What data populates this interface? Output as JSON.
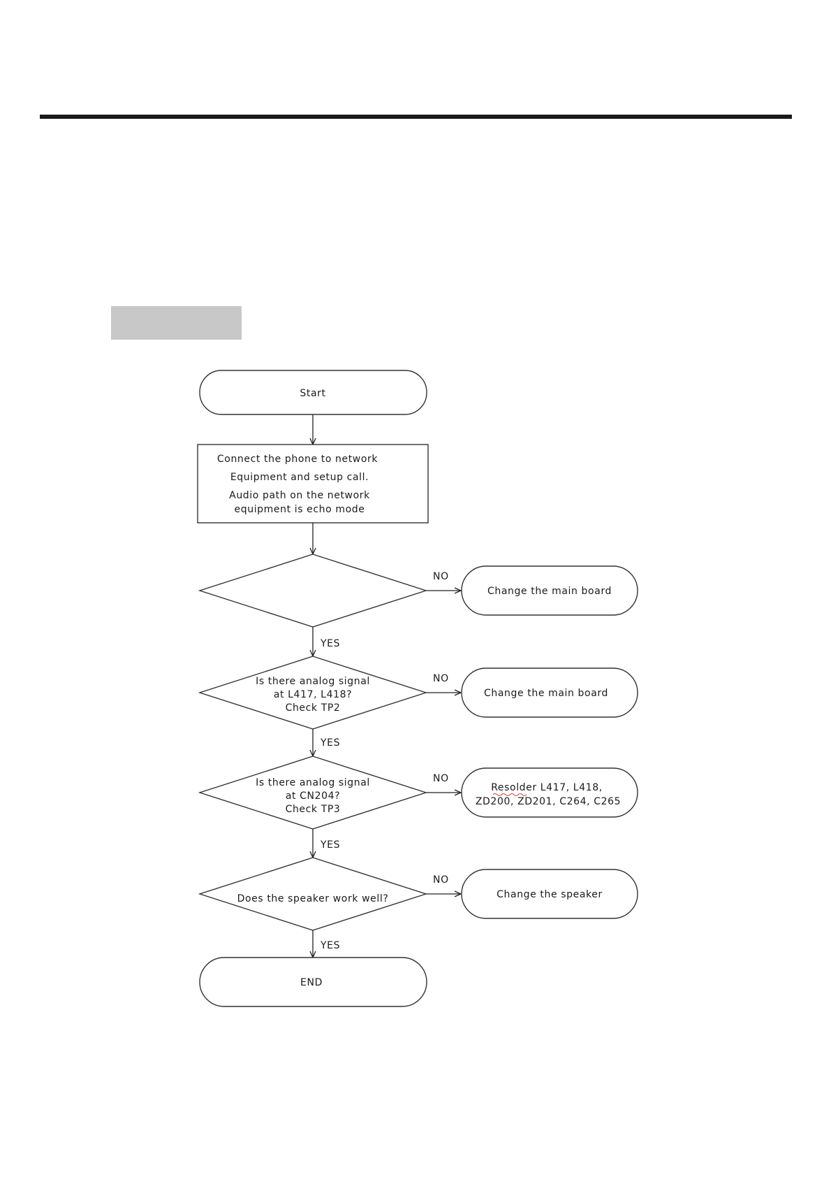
{
  "flowchart": {
    "start": "Start",
    "setup": {
      "line1": "Connect the phone to network",
      "line2": "Equipment and setup call.",
      "line3": "Audio path on the network",
      "line4": "equipment is echo mode"
    },
    "decision1": {
      "no_label": "NO",
      "yes_label": "YES",
      "no_action": "Change the main board"
    },
    "decision2": {
      "line1": "Is there analog signal",
      "line2": "at L417, L418?",
      "line3": "Check TP2",
      "no_label": "NO",
      "yes_label": "YES",
      "no_action": "Change the main board"
    },
    "decision3": {
      "line1": "Is there analog signal",
      "line2": "at CN204?",
      "line3": "Check TP3",
      "no_label": "NO",
      "yes_label": "YES",
      "no_action_line1": "Resolder L417, L418,",
      "no_action_line2": "ZD200, ZD201, C264, C265"
    },
    "decision4": {
      "line1": "Does the speaker work well?",
      "no_label": "NO",
      "yes_label": "YES",
      "no_action": "Change the speaker"
    },
    "end": "END"
  }
}
